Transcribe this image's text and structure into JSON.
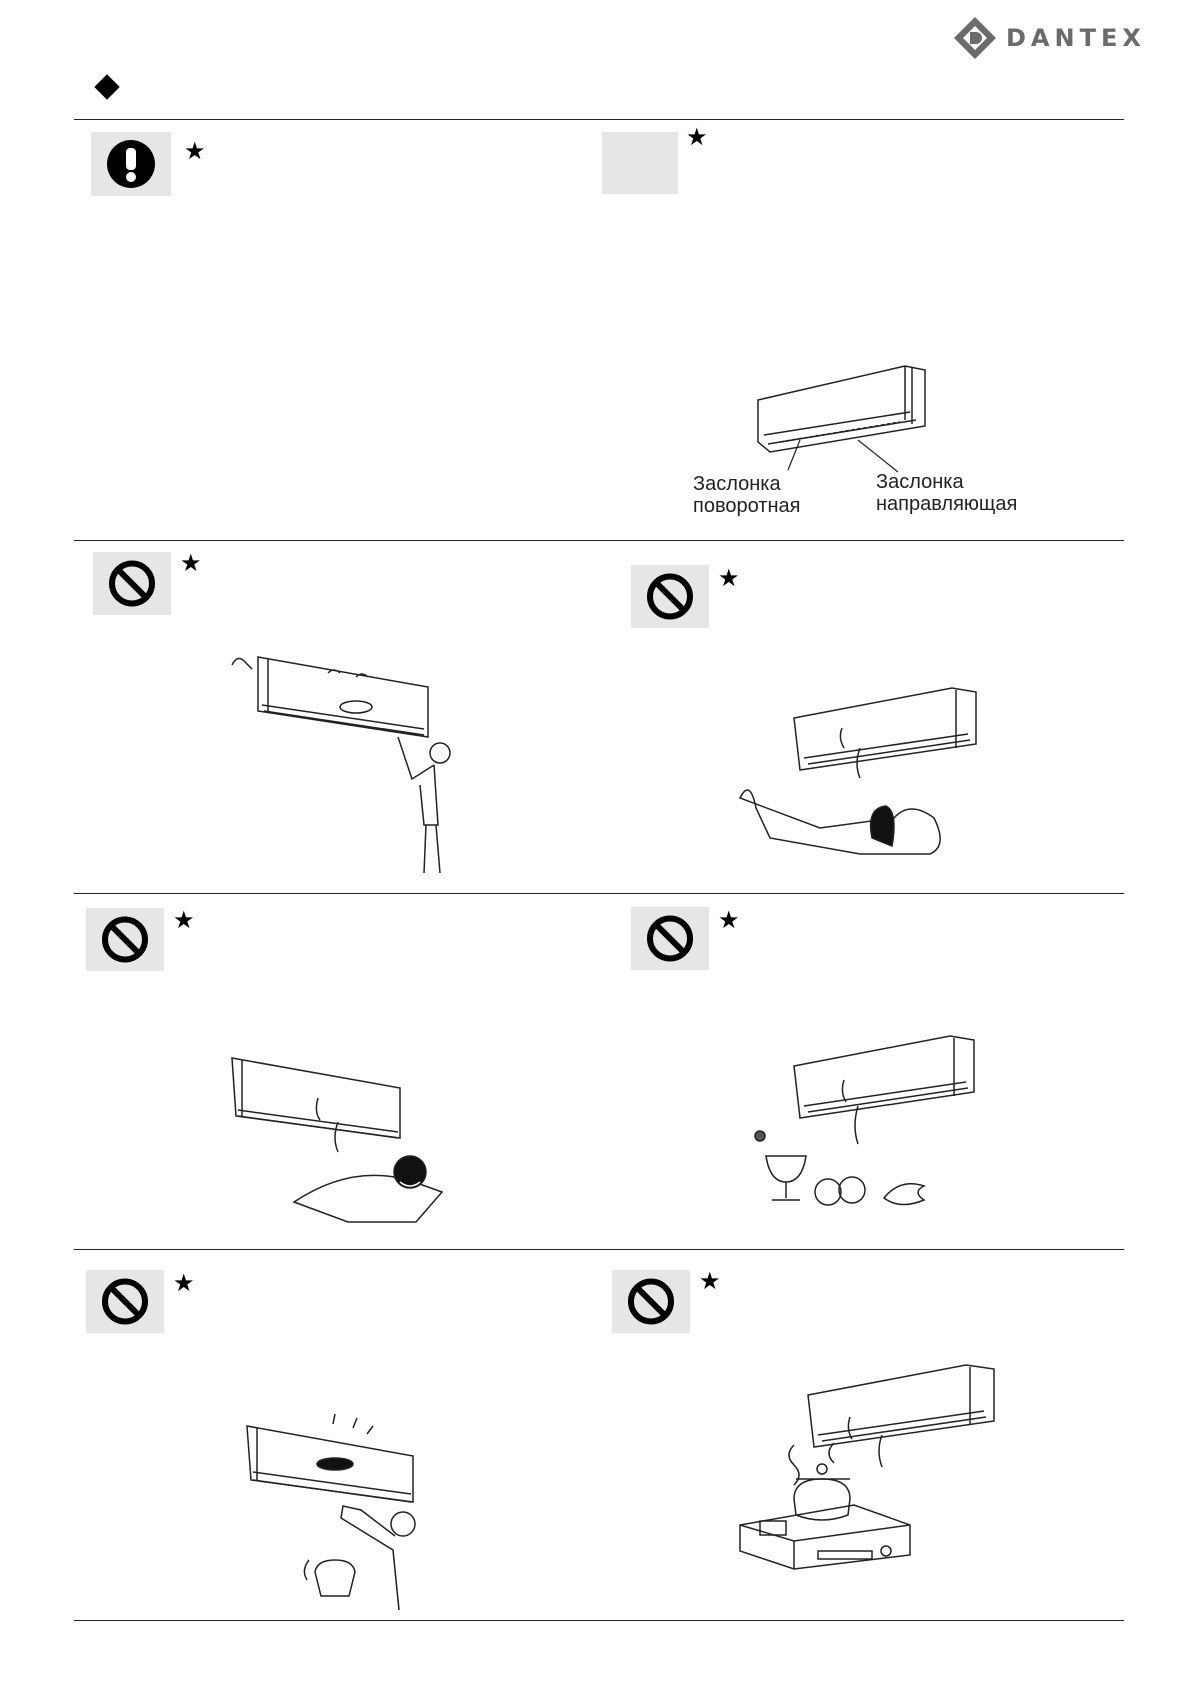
{
  "brand": {
    "name": "DANTEX"
  },
  "star_glyph": "★",
  "icons": {
    "mandatory": "exclamation-icon",
    "prohibited": "prohibition-icon",
    "section_marker": "diamond-icon"
  },
  "labels": {
    "rotary_flap_line1": "Заслонка",
    "rotary_flap_line2": "поворотная",
    "guide_flap_line1": "Заслонка",
    "guide_flap_line2": "направляющая"
  },
  "colors": {
    "badge_bg": "#e6e6e6",
    "logo": "#6b6b6b"
  }
}
